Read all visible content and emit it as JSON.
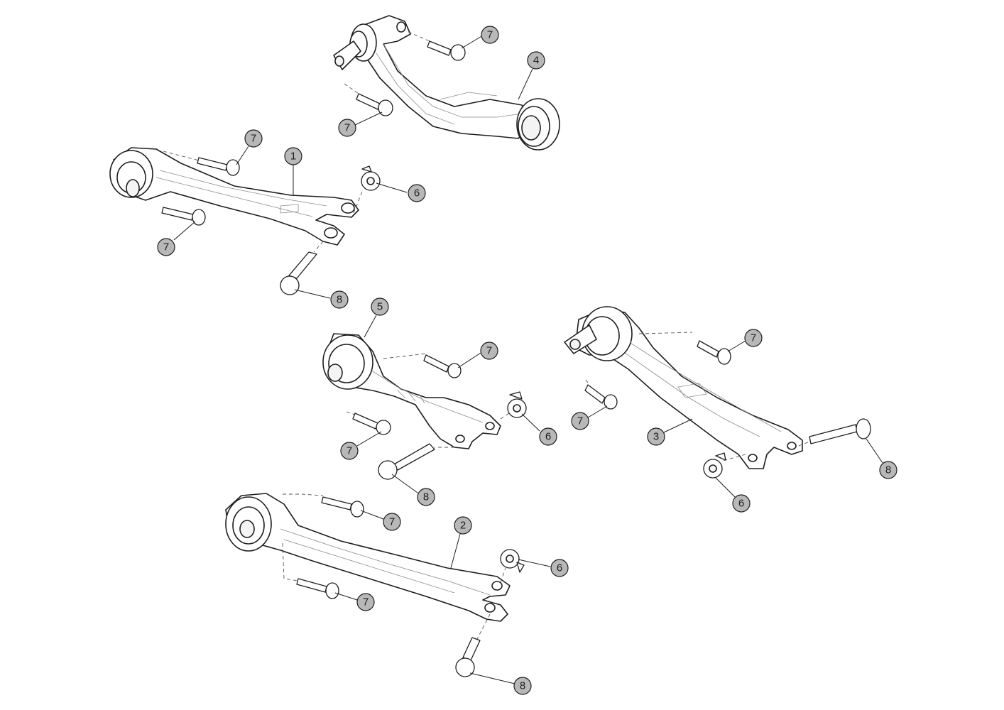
{
  "diagram": {
    "type": "exploded-parts-view",
    "callouts": [
      {
        "id": "c1",
        "label": "1"
      },
      {
        "id": "c2",
        "label": "2"
      },
      {
        "id": "c3",
        "label": "3"
      },
      {
        "id": "c4",
        "label": "4"
      },
      {
        "id": "c5",
        "label": "5"
      },
      {
        "id": "c6a",
        "label": "6"
      },
      {
        "id": "c6b",
        "label": "6"
      },
      {
        "id": "c6c",
        "label": "6"
      },
      {
        "id": "c6d",
        "label": "6"
      },
      {
        "id": "c7a",
        "label": "7"
      },
      {
        "id": "c7b",
        "label": "7"
      },
      {
        "id": "c7c",
        "label": "7"
      },
      {
        "id": "c7d",
        "label": "7"
      },
      {
        "id": "c7e",
        "label": "7"
      },
      {
        "id": "c7f",
        "label": "7"
      },
      {
        "id": "c7g",
        "label": "7"
      },
      {
        "id": "c7h",
        "label": "7"
      },
      {
        "id": "c7i",
        "label": "7"
      },
      {
        "id": "c7j",
        "label": "7"
      },
      {
        "id": "c8a",
        "label": "8"
      },
      {
        "id": "c8b",
        "label": "8"
      },
      {
        "id": "c8c",
        "label": "8"
      },
      {
        "id": "c8d",
        "label": "8"
      }
    ]
  }
}
